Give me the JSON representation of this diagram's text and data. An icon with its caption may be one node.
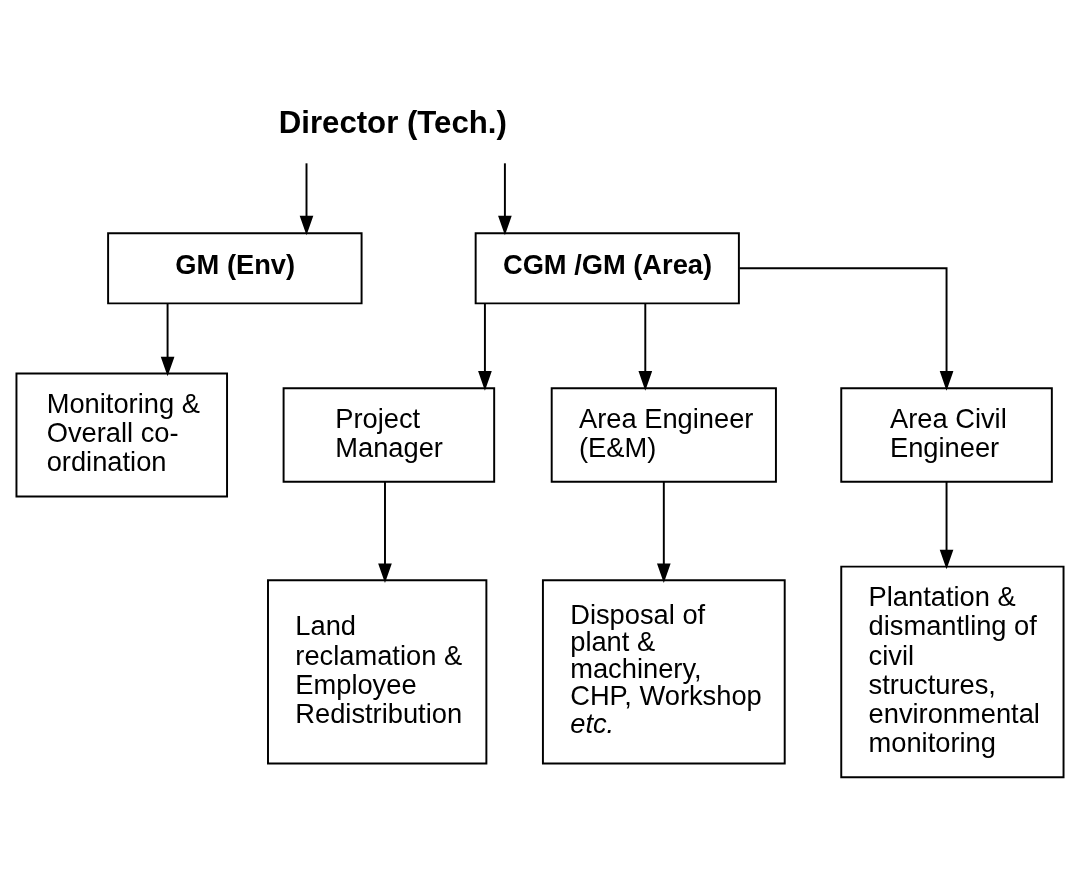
{
  "diagram": {
    "nodes": [
      {
        "text": [
          "Director (Tech.)"
        ]
      },
      {
        "text": [
          "GM (Env)"
        ]
      },
      {
        "text": [
          "CGM /GM (Area)"
        ]
      },
      {
        "text": [
          "Monitoring & Overall co-ordination"
        ]
      },
      {
        "text": [
          "Project Manager"
        ]
      },
      {
        "text": [
          "Area Engineer (E&M)"
        ]
      },
      {
        "text": [
          "Area Civil Engineer"
        ]
      },
      {
        "text": [
          "Land reclamation & Employee Redistribution"
        ]
      },
      {
        "text": [
          "Disposal of plant & machinery, CHP, Workshop *etc.*"
        ]
      },
      {
        "text": [
          "Plantation & dismantling of civil structures, environmental monitoring"
        ]
      }
    ],
    "edges": [
      {
        "from": 0,
        "to": 1,
        "arrow": "to"
      },
      {
        "from": 0,
        "to": 2,
        "arrow": "to"
      },
      {
        "from": 1,
        "to": 3,
        "arrow": "to"
      },
      {
        "from": 2,
        "to": 4,
        "arrow": "to"
      },
      {
        "from": 2,
        "to": 5,
        "arrow": "to"
      },
      {
        "from": 2,
        "to": 6,
        "arrow": "to"
      },
      {
        "from": 4,
        "to": 7,
        "arrow": "to"
      },
      {
        "from": 5,
        "to": 8,
        "arrow": "to"
      },
      {
        "from": 6,
        "to": 9,
        "arrow": "to"
      }
    ]
  }
}
